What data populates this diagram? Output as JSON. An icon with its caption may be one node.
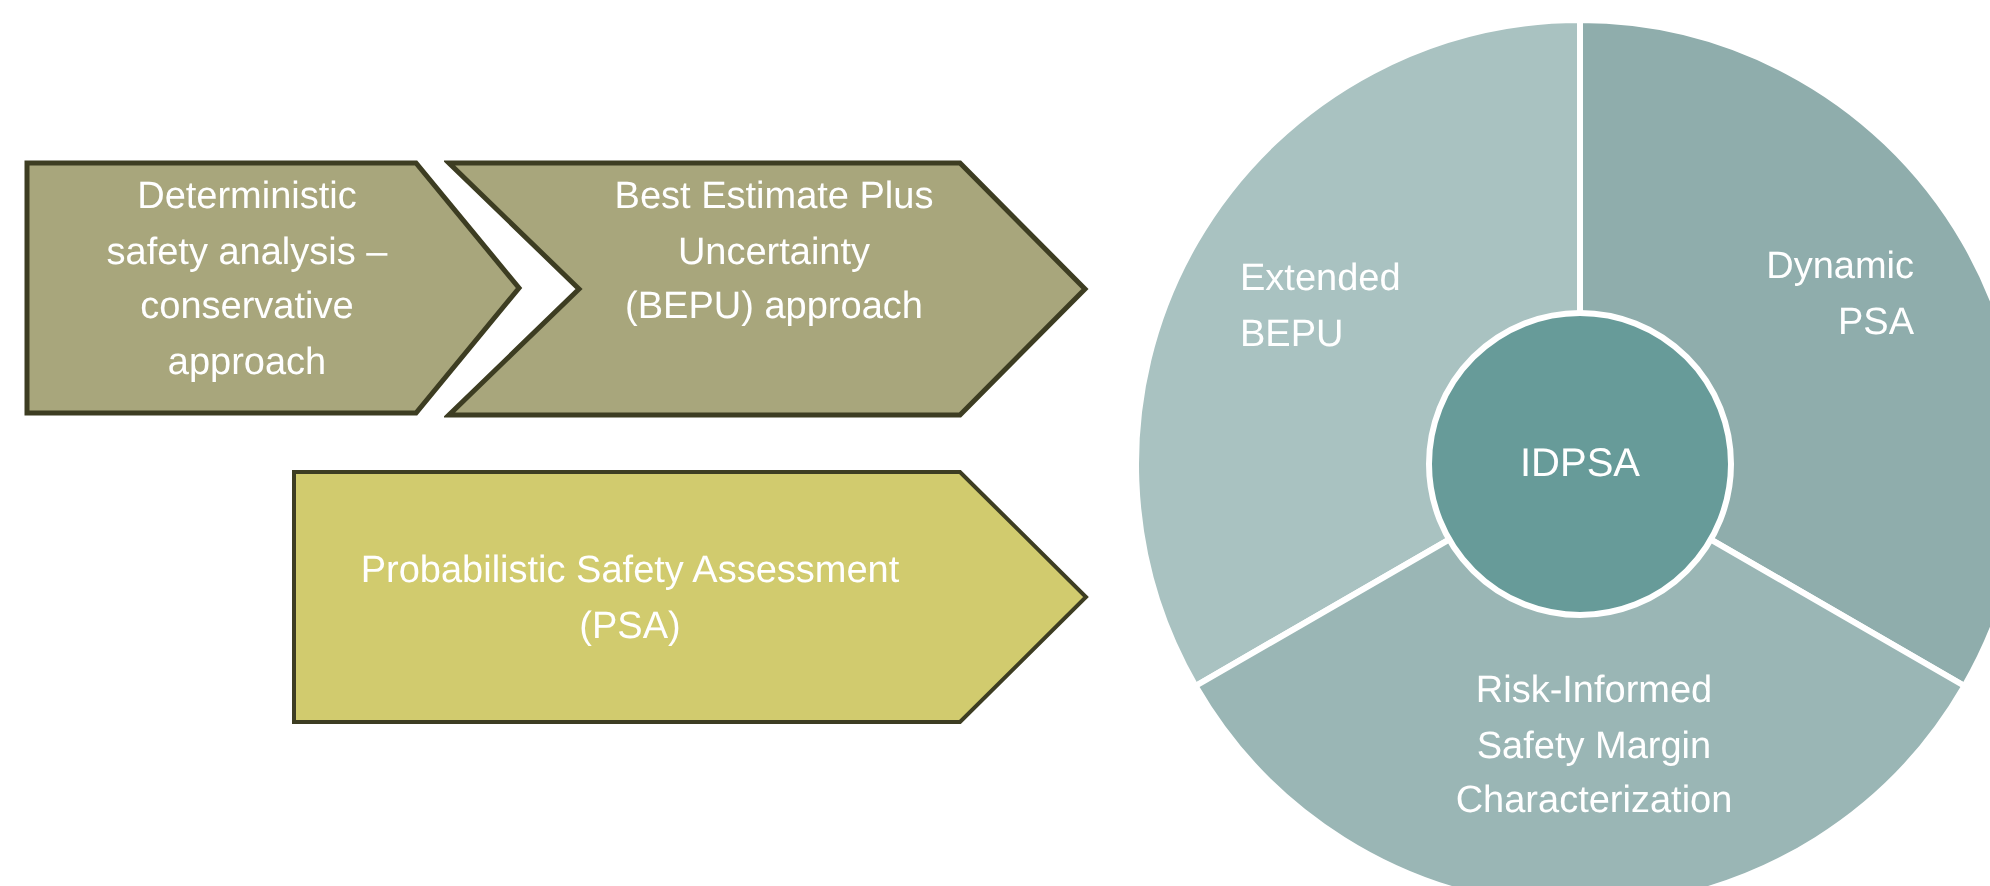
{
  "diagram": {
    "nodes": [
      {
        "text": [
          "Deterministic safety analysis – conservative approach"
        ]
      },
      {
        "text": [
          "Best Estimate Plus Uncertainty (BEPU) approach"
        ]
      },
      {
        "text": [
          "Probabilistic Safety Assessment (PSA)"
        ]
      },
      {
        "text": [
          "Extended BEPU"
        ]
      },
      {
        "text": [
          "Dynamic PSA"
        ]
      },
      {
        "text": [
          "Risk-Informed Safety Margin Characterization"
        ]
      },
      {
        "text": [
          "IDPSA"
        ]
      }
    ]
  }
}
